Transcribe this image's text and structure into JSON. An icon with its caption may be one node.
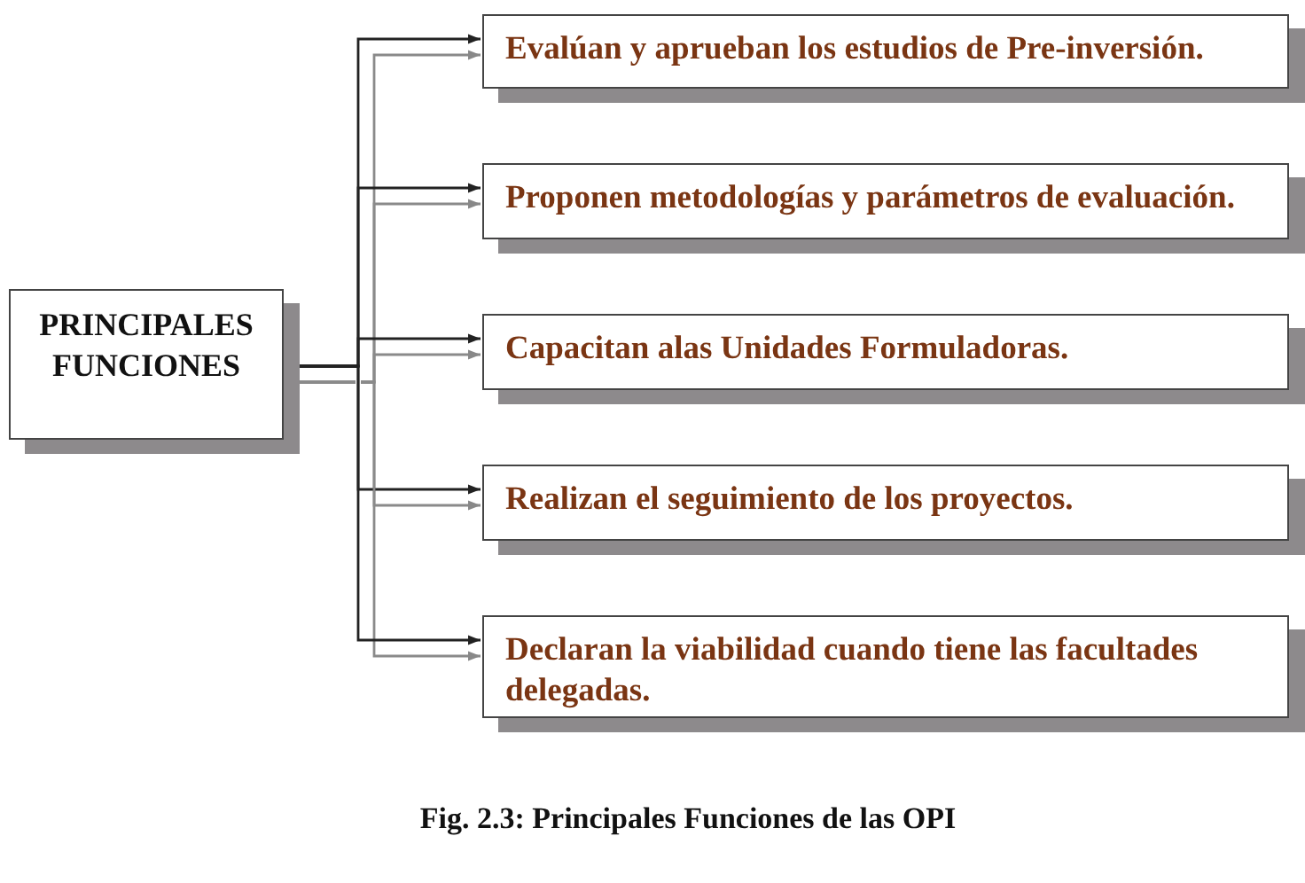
{
  "diagram": {
    "caption": "Fig. 2.3: Principales Funciones de las OPI",
    "nodes": [
      {
        "text": [
          "PRINCIPALES FUNCIONES"
        ]
      },
      {
        "text": [
          "Evalúan y aprueban los estudios de Pre-inversión."
        ]
      },
      {
        "text": [
          "Proponen metodologías y parámetros de evaluación."
        ]
      },
      {
        "text": [
          "Capacitan alas Unidades Formuladoras."
        ]
      },
      {
        "text": [
          "Realizan el seguimiento de los proyectos."
        ]
      },
      {
        "text": [
          "Declaran la viabilidad cuando tiene las facultades delegadas."
        ]
      }
    ],
    "edges": [
      {
        "from": 0,
        "to": 1,
        "arrow": "to"
      },
      {
        "from": 0,
        "to": 2,
        "arrow": "to"
      },
      {
        "from": 0,
        "to": 3,
        "arrow": "to"
      },
      {
        "from": 0,
        "to": 4,
        "arrow": "to"
      },
      {
        "from": 0,
        "to": 5,
        "arrow": "to"
      }
    ]
  }
}
